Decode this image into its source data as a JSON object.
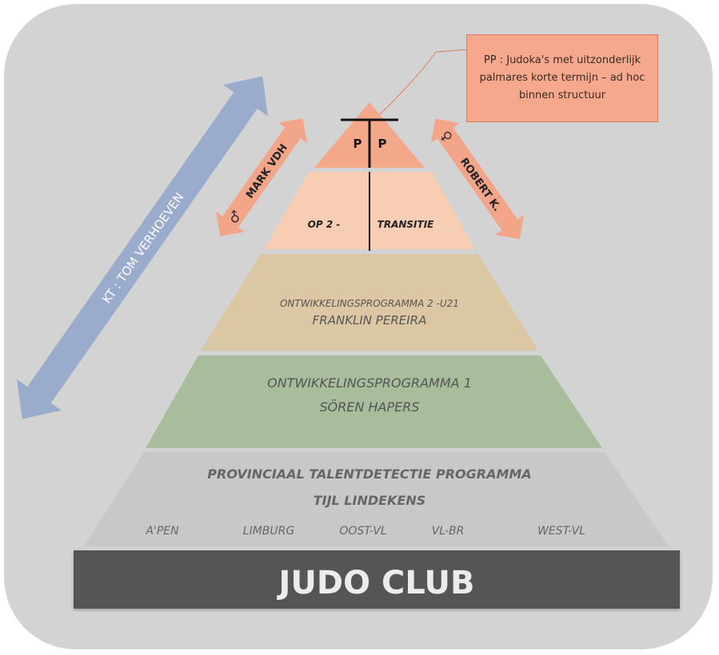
{
  "callout": {
    "text": "PP : Judoka's met uitzonderlijk palmares korte termijn – ad hoc binnen structuur"
  },
  "pyramid": {
    "top": {
      "left": "P",
      "right": "P"
    },
    "op2": {
      "left": "OP 2 -",
      "right": "TRANSITIE"
    },
    "op2u21": {
      "line1": "ONTWIKKELINGSPROGRAMMA 2 -U21",
      "line2": "FRANKLIN PEREIRA"
    },
    "op1": {
      "line1": "ONTWIKKELINGSPROGRAMMA 1",
      "line2": "SÖREN HAPERS"
    },
    "ptp": {
      "line1": "PROVINCIAAL TALENTDETECTIE PROGRAMMA",
      "line2": "TIJL LINDEKENS",
      "regions": [
        "A'PEN",
        "LIMBURG",
        "OOST-VL",
        "VL-BR",
        "WEST-VL"
      ]
    },
    "base": "JUDO CLUB"
  },
  "arrows": {
    "kt": "KT : TOM VERHOEVEN",
    "left": "MARK VDH",
    "right": "ROBERT K."
  },
  "colors": {
    "background_panel": "#d3d3d3",
    "pp_level": "#f4a88a",
    "op2_level": "#f7ceb4",
    "op2u21_level": "#dcc7a4",
    "op1_level": "#a7bd9b",
    "ptp_level": "#c8c8c8",
    "base": "#555555",
    "kt_arrow": "#9aaccc",
    "coach_arrows": "#f3a589"
  }
}
